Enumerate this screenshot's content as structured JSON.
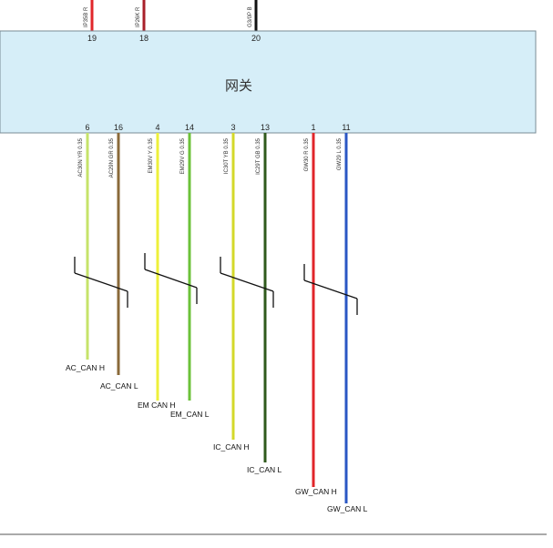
{
  "module": {
    "label": "网关",
    "fill": "#d6eef8",
    "border": "#7a8c96"
  },
  "top_wires": [
    {
      "pin": "19",
      "code": "IP35B R",
      "color": "#e0262a"
    },
    {
      "pin": "18",
      "code": "IP26K R",
      "color": "#a8202a"
    },
    {
      "pin": "20",
      "code": "G3/0P B",
      "color": "#111111"
    }
  ],
  "bottom_wires": [
    {
      "pin": "6",
      "code": "AC30N YR 0.35",
      "color": "#c6e36a",
      "signal": "AC_CAN H"
    },
    {
      "pin": "16",
      "code": "AC29N GR 0.35",
      "color": "#8a6a3a",
      "signal": "AC_CAN L"
    },
    {
      "pin": "4",
      "code": "EM30V Y 0.35",
      "color": "#eef03a",
      "signal": "EM  CAN H"
    },
    {
      "pin": "14",
      "code": "EM29V G 0.35",
      "color": "#6cc23a",
      "signal": "EM_CAN L"
    },
    {
      "pin": "3",
      "code": "IC30T YB 0.35",
      "color": "#d4d82a",
      "signal": "IC_CAN H"
    },
    {
      "pin": "13",
      "code": "IC29T GB 0.35",
      "color": "#2f5a1c",
      "signal": "IC_CAN L"
    },
    {
      "pin": "1",
      "code": "GW30 R 0.35",
      "color": "#e0262a",
      "signal": "GW_CAN H"
    },
    {
      "pin": "11",
      "code": "GW29 L 0.35",
      "color": "#2a57c4",
      "signal": "GW_CAN L"
    }
  ],
  "twist_stroke": "#111111",
  "rule_color": "#555555"
}
